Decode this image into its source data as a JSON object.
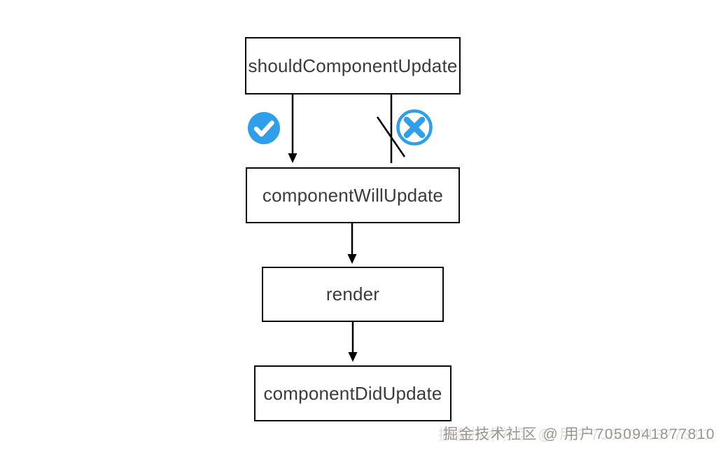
{
  "diagram": {
    "nodes": [
      {
        "label": "shouldComponentUpdate"
      },
      {
        "label": "componentWillUpdate"
      },
      {
        "label": "render"
      },
      {
        "label": "componentDidUpdate"
      }
    ],
    "icons": [
      {
        "name": "check-circle-icon",
        "glyph": "✓",
        "color": "#2E9FE8"
      },
      {
        "name": "cross-circle-icon",
        "glyph": "✕",
        "color": "#2E9FE8"
      }
    ]
  },
  "watermark": {
    "text": "掘金技术社区 @ 用户7050941877810"
  },
  "colors": {
    "accent_blue": "#2E9FE8",
    "edge_black": "#000000",
    "node_border": "#0A0A0A",
    "node_text": "#3B3B3B",
    "watermark_gray": "#948D84"
  }
}
